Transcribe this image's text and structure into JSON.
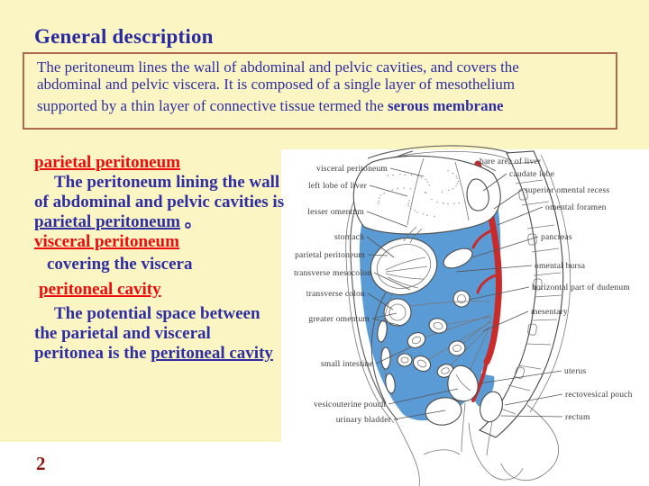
{
  "slide": {
    "title": "General description",
    "page_number": "2"
  },
  "colors": {
    "background": "#fbf5c4",
    "title_text": "#2a2aa0",
    "body_text": "#2e2ea2",
    "term_red": "#ee0b0b",
    "box_border": "#ad6a4e",
    "page_number": "#8a1313",
    "cavity_blue": "#5b9bd5",
    "artery_red": "#c92a2a"
  },
  "description_box": {
    "line1": "The peritoneum lines the wall of abdominal and pelvic cavities, and covers the",
    "line2": "abdominal and pelvic viscera. It is composed of a single layer of mesothelium",
    "line3_prefix": "supported by a thin layer of connective tissue termed the ",
    "line3_bold": "serous membrane"
  },
  "left_column": {
    "term1": "parietal peritoneum",
    "def1_line1": "The peritoneum lining the wall",
    "def1_line2": "of abdominal and pelvic cavities is",
    "def1_line3_underlined": "parietal peritoneum",
    "def1_line3_suffix": " 。",
    "term2": "visceral peritoneum",
    "def2": "covering the viscera",
    "term3": "peritoneal cavity",
    "def3_line1": "The potential space between",
    "def3_line2": "the parietal and visceral",
    "def3_line3_prefix": "peritonea is the ",
    "def3_line3_underlined": "peritoneal cavity"
  },
  "diagram": {
    "labels_left": [
      "visceral peritoneum",
      "left lobe of liver",
      "lesser omentum",
      "stomach",
      "parietal peritoneum",
      "transverse mesocolon",
      "transverse colon",
      "greater omentum",
      "small intestine",
      "vesicouterine pouch",
      "urinary bladder"
    ],
    "labels_right": [
      "bare area of liver",
      "caudate lobe",
      "superior omental recess",
      "omental foramen",
      "pancreas",
      "omental bursa",
      "horizontal part of dudenum",
      "mesentary",
      "uterus",
      "rectovesical pouch",
      "rectum"
    ]
  }
}
